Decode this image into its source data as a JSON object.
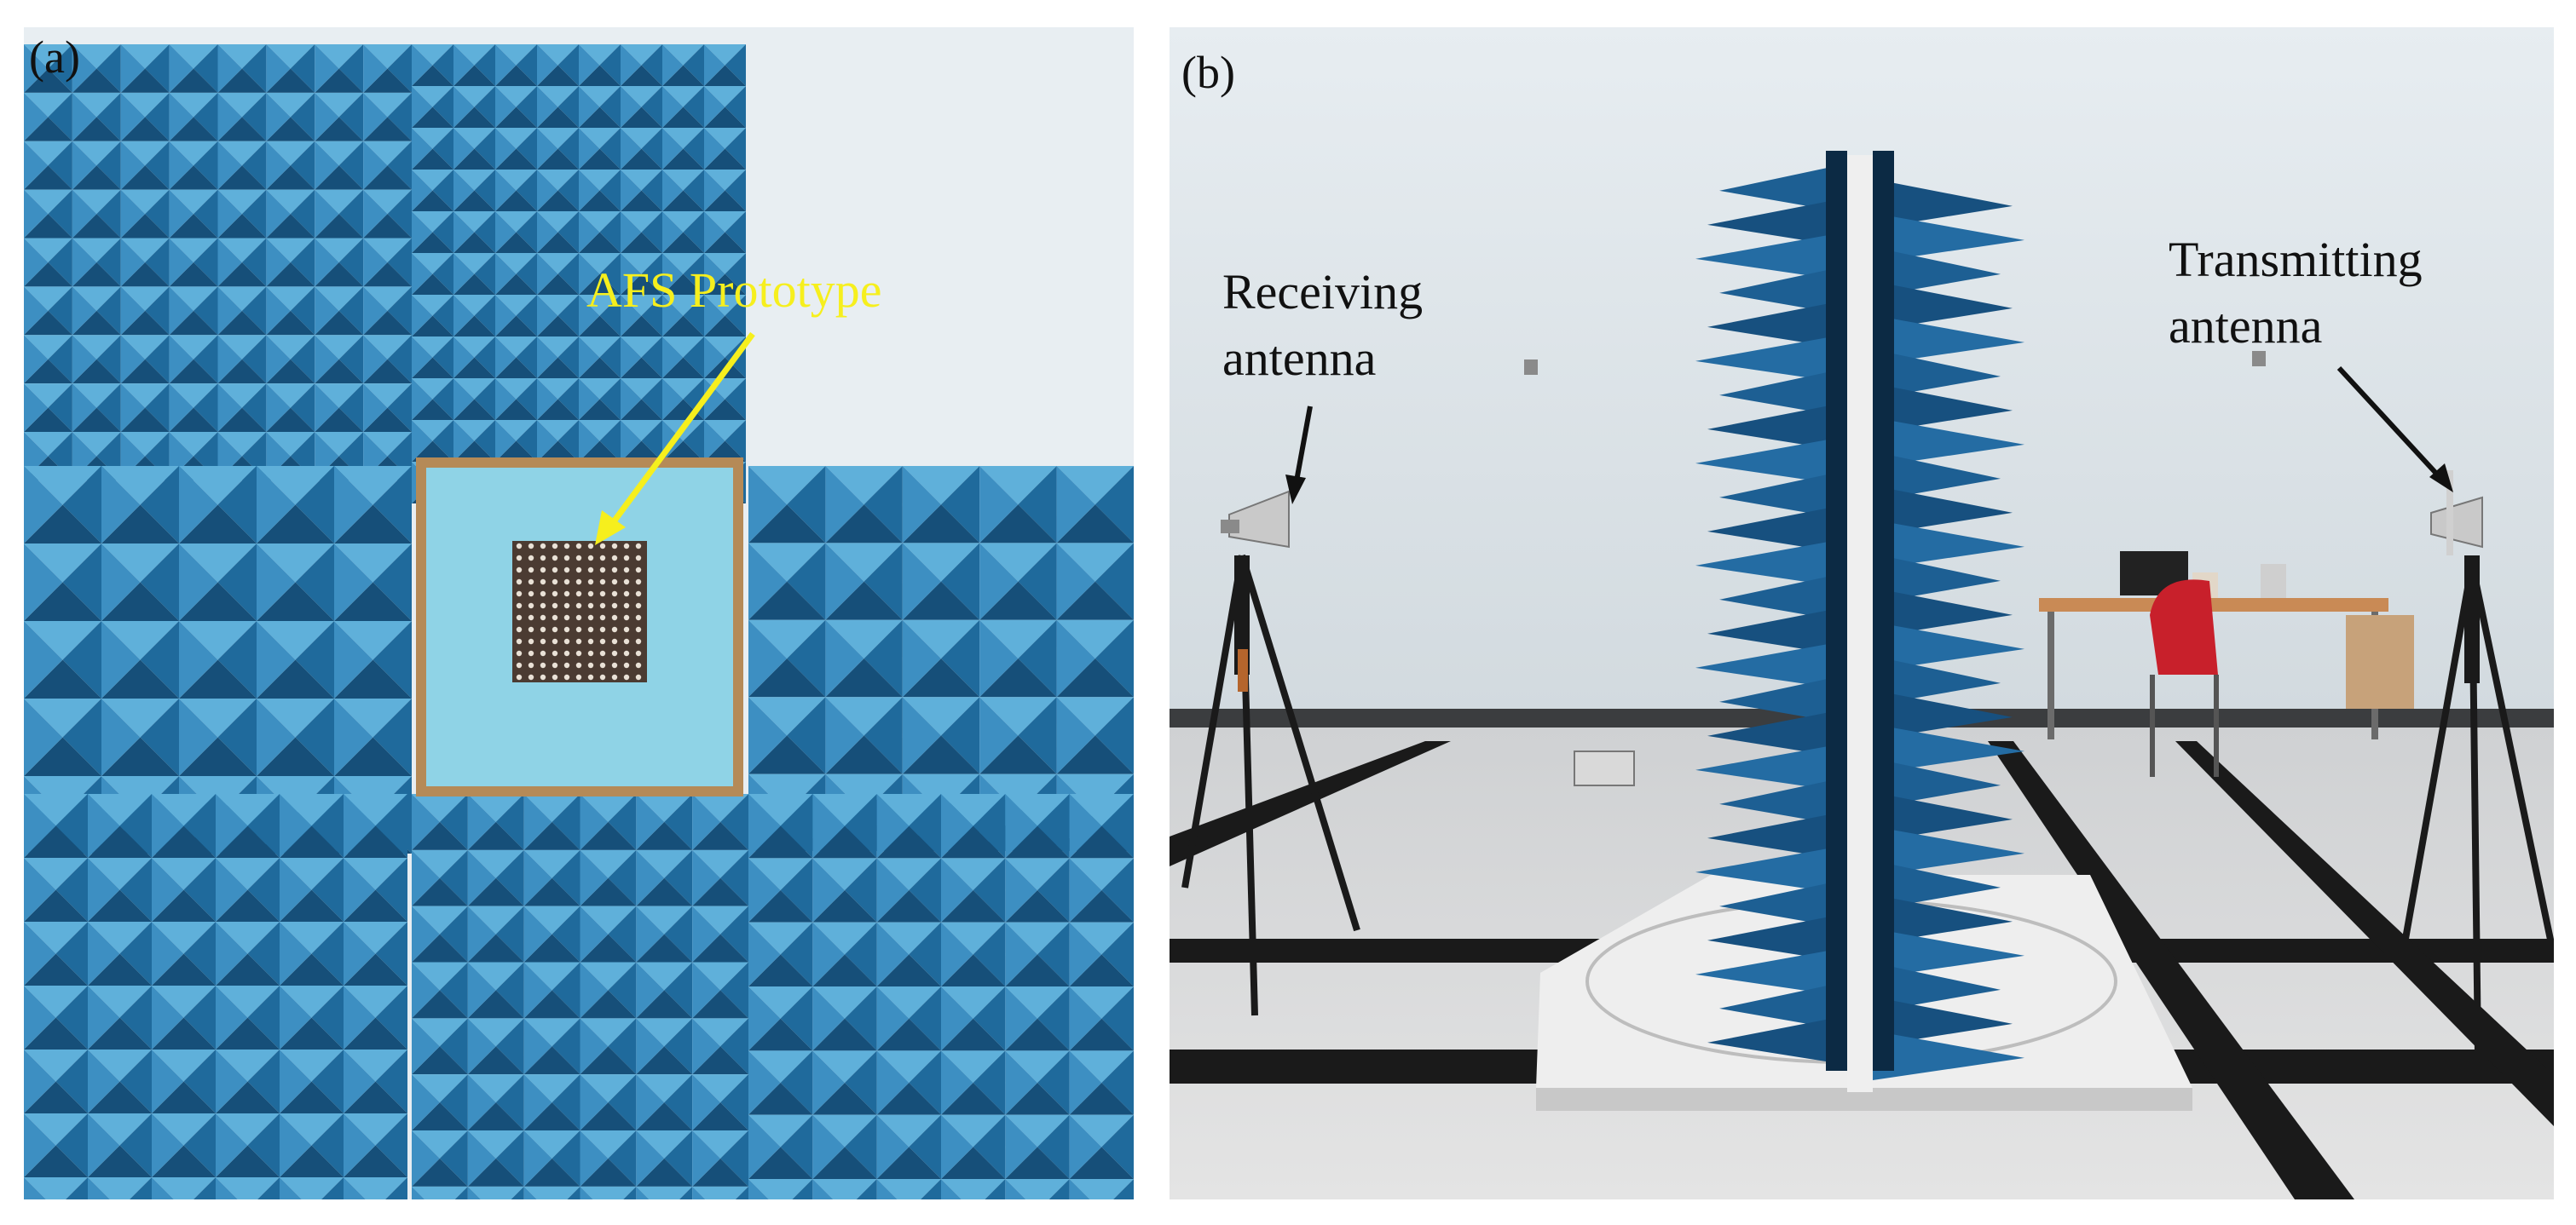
{
  "figure": {
    "panels": [
      {
        "id": "a",
        "label": "(a)",
        "annotation": "AFS Prototype",
        "annotation_color": "#f6ef1d",
        "colors": {
          "absorber": "#2f7fb0",
          "absorber_dark": "#1b5b86",
          "board": "#8fd3e6",
          "frame": "#b58a57",
          "afs_sheet": "#5a4a40"
        }
      },
      {
        "id": "b",
        "label": "(b)",
        "receiving_label": "Receiving\nantenna",
        "transmitting_label": "Transmitting\nantenna",
        "colors": {
          "wall": "#dfe6ea",
          "floor": "#d9d9d9",
          "floor_stripe": "#1a1a1a",
          "absorber": "#1d5f93",
          "chair": "#c8202b"
        }
      }
    ]
  }
}
